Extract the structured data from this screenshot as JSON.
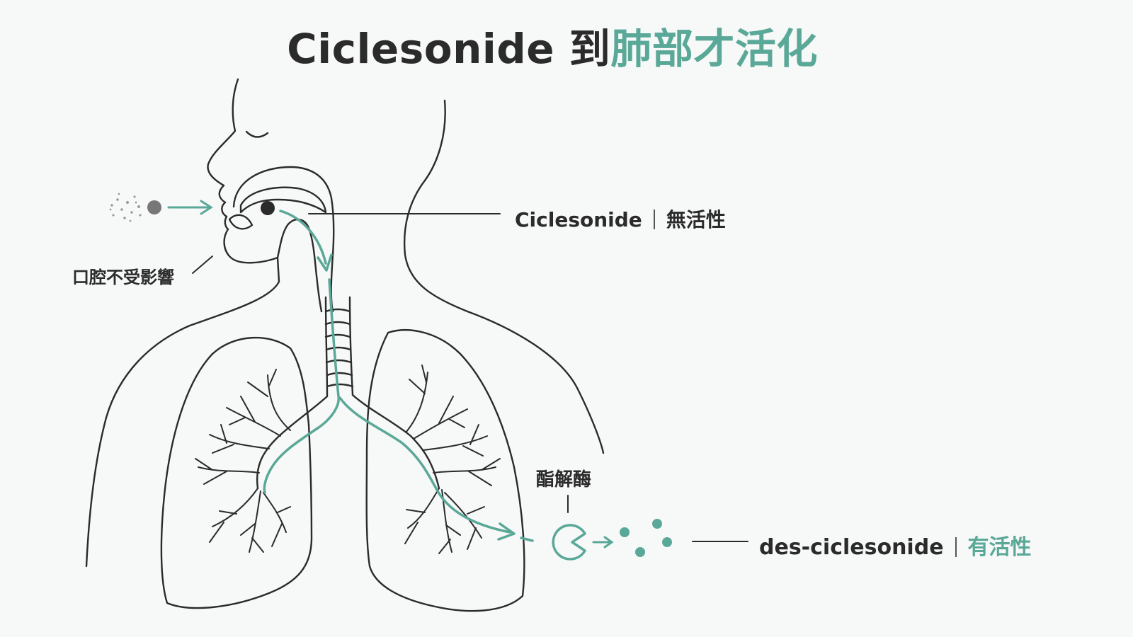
{
  "title": {
    "main": "Ciclesonide 到",
    "accent": "肺部才活化"
  },
  "labels": {
    "oral": "口腔不受影響",
    "inactive_drug": "Ciclesonide",
    "inactive_state": "無活性",
    "enzyme": "酯解酶",
    "active_drug": "des-ciclesonide",
    "active_state": "有活性"
  },
  "colors": {
    "accent": "#5aa897",
    "ink": "#2b2b2b",
    "particle": "#777777"
  },
  "icons": [
    "inhaler-particles-icon",
    "enzyme-pacman-icon",
    "active-molecule-dots-icon"
  ]
}
